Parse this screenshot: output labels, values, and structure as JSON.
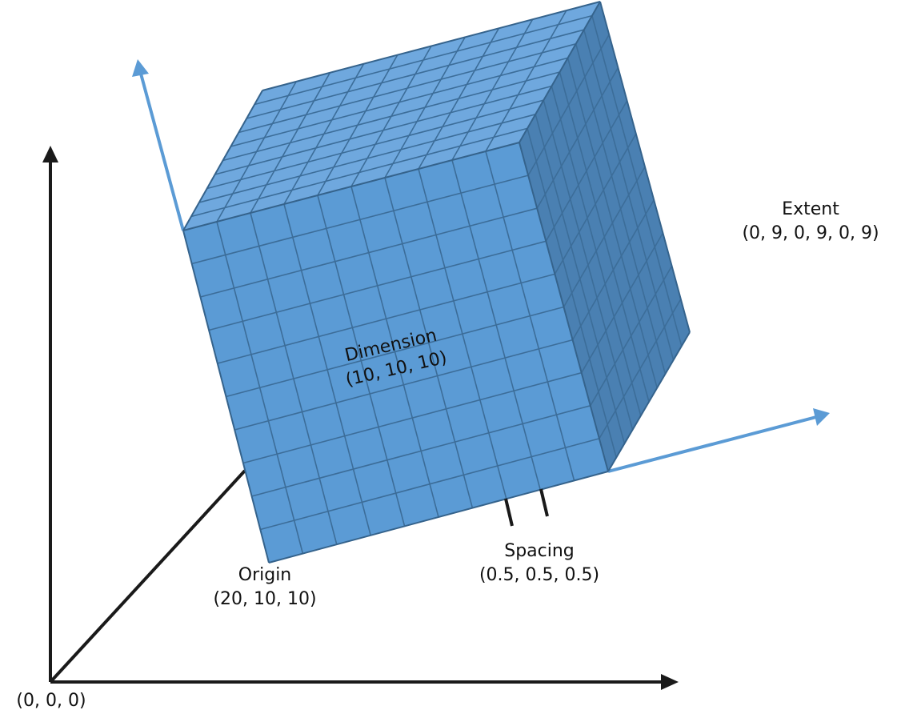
{
  "labels": {
    "world_origin": "(0, 0, 0)",
    "origin_title": "Origin",
    "origin_value": "(20, 10, 10)",
    "dimension_title": "Dimension",
    "dimension_value": "(10, 10, 10)",
    "spacing_title": "Spacing",
    "spacing_value": "(0.5, 0.5, 0.5)",
    "extent_title": "Extent",
    "extent_value": "(0, 9, 0, 9, 0, 9)"
  },
  "grid": {
    "cells_per_edge": 10
  },
  "colors": {
    "world_axis": "#1a1a1a",
    "local_axis": "#5b9bd5",
    "front_face": "#5b9bd5",
    "top_face": "#6fa8de",
    "side_face": "#4a80b2",
    "grid_line": "#3c6d99",
    "edge_line": "#35638c"
  }
}
